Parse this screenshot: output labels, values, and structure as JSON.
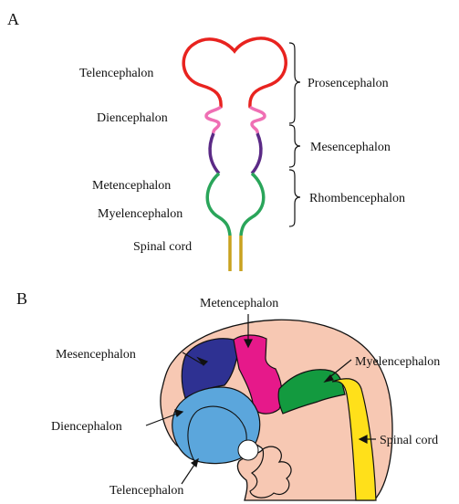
{
  "panels": {
    "a": {
      "letter": "A",
      "left_labels": {
        "telencephalon": "Telencephalon",
        "diencephalon": "Diencephalon",
        "metencephalon": "Metencephalon",
        "myelencephalon": "Myelencephalon",
        "spinal_cord": "Spinal cord"
      },
      "right_labels": {
        "prosencephalon": "Prosencephalon",
        "mesencephalon": "Mesencephalon",
        "rhombencephalon": "Rhombencephalon"
      }
    },
    "b": {
      "letter": "B",
      "labels": {
        "metencephalon": "Metencephalon",
        "mesencephalon": "Mesencephalon",
        "myelencephalon": "Myelencephalon",
        "diencephalon": "Diencephalon",
        "spinal_cord": "Spinal cord",
        "telencephalon": "Telencephalon"
      }
    }
  },
  "colors": {
    "telencephalon_tube": "#e8231f",
    "diencephalon_tube": "#ef6fb4",
    "mesencephalon_tube": "#5b2a86",
    "rhombencephalon_tube": "#2aa55a",
    "spinal_cord_tube": "#c9a21f",
    "embryo_skin": "#f7c8b3",
    "mesencephalon_region": "#2e3192",
    "metencephalon_region": "#e6198a",
    "myelencephalon_region": "#139a3f",
    "spinal_cord_region": "#ffe01a",
    "telencephalon_region": "#5ba6dc",
    "eye": "#ffffff"
  }
}
